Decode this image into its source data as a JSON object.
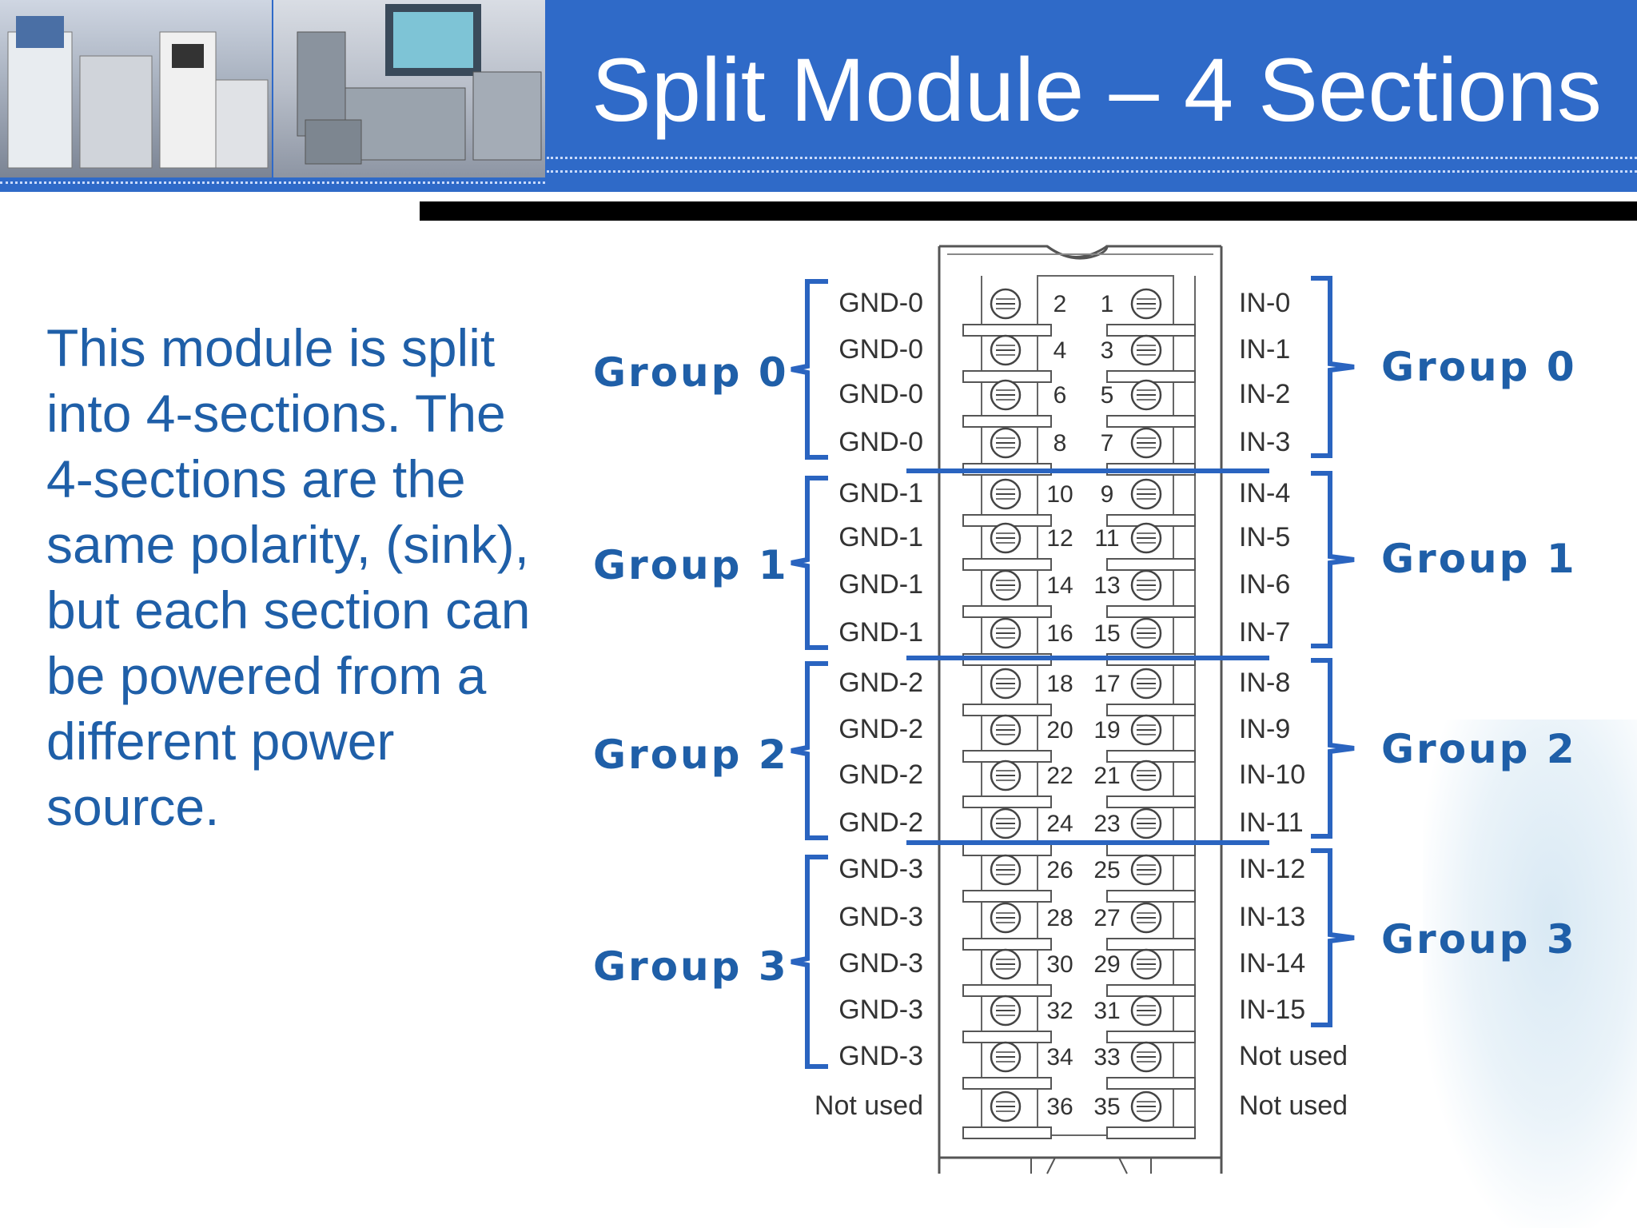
{
  "slide": {
    "title": "Split Module – 4 Sections",
    "body_text": "This module is split into 4-sections. The 4-sections are the same polarity, (sink), but each section can be powered from a different power source."
  },
  "photos": [
    {
      "name": "plc-hardware-photo-left"
    },
    {
      "name": "plc-hardware-photo-right"
    }
  ],
  "terminals": [
    {
      "left": "GND-0",
      "even": "2",
      "odd": "1",
      "right": "IN-0"
    },
    {
      "left": "GND-0",
      "even": "4",
      "odd": "3",
      "right": "IN-1"
    },
    {
      "left": "GND-0",
      "even": "6",
      "odd": "5",
      "right": "IN-2"
    },
    {
      "left": "GND-0",
      "even": "8",
      "odd": "7",
      "right": "IN-3"
    },
    {
      "left": "GND-1",
      "even": "10",
      "odd": "9",
      "right": "IN-4"
    },
    {
      "left": "GND-1",
      "even": "12",
      "odd": "11",
      "right": "IN-5"
    },
    {
      "left": "GND-1",
      "even": "14",
      "odd": "13",
      "right": "IN-6"
    },
    {
      "left": "GND-1",
      "even": "16",
      "odd": "15",
      "right": "IN-7"
    },
    {
      "left": "GND-2",
      "even": "18",
      "odd": "17",
      "right": "IN-8"
    },
    {
      "left": "GND-2",
      "even": "20",
      "odd": "19",
      "right": "IN-9"
    },
    {
      "left": "GND-2",
      "even": "22",
      "odd": "21",
      "right": "IN-10"
    },
    {
      "left": "GND-2",
      "even": "24",
      "odd": "23",
      "right": "IN-11"
    },
    {
      "left": "GND-3",
      "even": "26",
      "odd": "25",
      "right": "IN-12"
    },
    {
      "left": "GND-3",
      "even": "28",
      "odd": "27",
      "right": "IN-13"
    },
    {
      "left": "GND-3",
      "even": "30",
      "odd": "29",
      "right": "IN-14"
    },
    {
      "left": "GND-3",
      "even": "32",
      "odd": "31",
      "right": "IN-15"
    },
    {
      "left": "GND-3",
      "even": "34",
      "odd": "33",
      "right": "Not used"
    },
    {
      "left": "Not used",
      "even": "36",
      "odd": "35",
      "right": "Not used"
    }
  ],
  "left_groups": [
    "Group 0",
    "Group 1",
    "Group 2",
    "Group 3"
  ],
  "right_groups": [
    "Group 0",
    "Group 1",
    "Group 2",
    "Group 3"
  ],
  "colors": {
    "header_blue": "#2f6ac8",
    "text_blue": "#1f5fa8",
    "bracket_blue": "#2a64c0",
    "diagram_line": "#555555"
  }
}
